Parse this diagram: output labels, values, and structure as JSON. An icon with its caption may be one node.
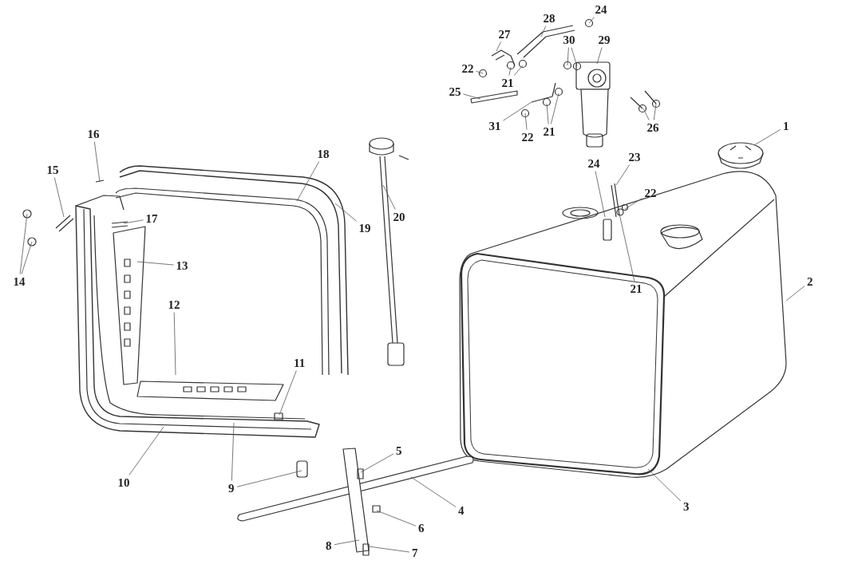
{
  "diagram": {
    "nodes": [
      {
        "text": [
          "1"
        ]
      },
      {
        "text": [
          "2"
        ]
      },
      {
        "text": [
          "3"
        ]
      },
      {
        "text": [
          "4"
        ]
      },
      {
        "text": [
          "5"
        ]
      },
      {
        "text": [
          "6"
        ]
      },
      {
        "text": [
          "7"
        ]
      },
      {
        "text": [
          "8"
        ]
      },
      {
        "text": [
          "9"
        ]
      },
      {
        "text": [
          "10"
        ]
      },
      {
        "text": [
          "11"
        ]
      },
      {
        "text": [
          "12"
        ]
      },
      {
        "text": [
          "13"
        ]
      },
      {
        "text": [
          "14"
        ]
      },
      {
        "text": [
          "15"
        ]
      },
      {
        "text": [
          "16"
        ]
      },
      {
        "text": [
          "17"
        ]
      },
      {
        "text": [
          "18"
        ]
      },
      {
        "text": [
          "19"
        ]
      },
      {
        "text": [
          "20"
        ]
      },
      {
        "text": [
          "21"
        ]
      },
      {
        "text": [
          "21"
        ]
      },
      {
        "text": [
          "21"
        ]
      },
      {
        "text": [
          "22"
        ]
      },
      {
        "text": [
          "22"
        ]
      },
      {
        "text": [
          "22"
        ]
      },
      {
        "text": [
          "23"
        ]
      },
      {
        "text": [
          "24"
        ]
      },
      {
        "text": [
          "24"
        ]
      },
      {
        "text": [
          "25"
        ]
      },
      {
        "text": [
          "26"
        ]
      },
      {
        "text": [
          "27"
        ]
      },
      {
        "text": [
          "28"
        ]
      },
      {
        "text": [
          "29"
        ]
      },
      {
        "text": [
          "30"
        ]
      },
      {
        "text": [
          "31"
        ]
      }
    ],
    "edges": [
      {
        "from": 0,
        "to": null,
        "arrow": "none"
      },
      {
        "from": 1,
        "to": null,
        "arrow": "none"
      },
      {
        "from": 2,
        "to": null,
        "arrow": "none"
      },
      {
        "from": 3,
        "to": null,
        "arrow": "none"
      },
      {
        "from": 4,
        "to": null,
        "arrow": "none"
      },
      {
        "from": 5,
        "to": null,
        "arrow": "none"
      },
      {
        "from": 6,
        "to": null,
        "arrow": "none"
      },
      {
        "from": 7,
        "to": null,
        "arrow": "none"
      },
      {
        "from": 8,
        "to": null,
        "arrow": "none"
      },
      {
        "from": 8,
        "to": null,
        "arrow": "none"
      },
      {
        "from": 9,
        "to": null,
        "arrow": "none"
      },
      {
        "from": 10,
        "to": null,
        "arrow": "none"
      },
      {
        "from": 11,
        "to": null,
        "arrow": "none"
      },
      {
        "from": 12,
        "to": null,
        "arrow": "none"
      },
      {
        "from": 13,
        "to": null,
        "arrow": "none"
      },
      {
        "from": 13,
        "to": null,
        "arrow": "none"
      },
      {
        "from": 14,
        "to": null,
        "arrow": "none"
      },
      {
        "from": 15,
        "to": null,
        "arrow": "none"
      },
      {
        "from": 16,
        "to": null,
        "arrow": "none"
      },
      {
        "from": 17,
        "to": null,
        "arrow": "none"
      },
      {
        "from": 18,
        "to": null,
        "arrow": "none"
      },
      {
        "from": 19,
        "to": null,
        "arrow": "none"
      },
      {
        "from": 20,
        "to": null,
        "arrow": "none"
      },
      {
        "from": 20,
        "to": null,
        "arrow": "none"
      },
      {
        "from": 21,
        "to": null,
        "arrow": "none"
      },
      {
        "from": 21,
        "to": null,
        "arrow": "none"
      },
      {
        "from": 22,
        "to": null,
        "arrow": "none"
      },
      {
        "from": 23,
        "to": null,
        "arrow": "none"
      },
      {
        "from": 24,
        "to": null,
        "arrow": "none"
      },
      {
        "from": 25,
        "to": null,
        "arrow": "none"
      },
      {
        "from": 26,
        "to": null,
        "arrow": "none"
      },
      {
        "from": 27,
        "to": null,
        "arrow": "none"
      },
      {
        "from": 28,
        "to": null,
        "arrow": "none"
      },
      {
        "from": 29,
        "to": null,
        "arrow": "none"
      },
      {
        "from": 30,
        "to": null,
        "arrow": "none"
      },
      {
        "from": 30,
        "to": null,
        "arrow": "none"
      },
      {
        "from": 31,
        "to": null,
        "arrow": "none"
      },
      {
        "from": 32,
        "to": null,
        "arrow": "none"
      },
      {
        "from": 33,
        "to": null,
        "arrow": "none"
      },
      {
        "from": 34,
        "to": null,
        "arrow": "none"
      },
      {
        "from": 34,
        "to": null,
        "arrow": "none"
      },
      {
        "from": 35,
        "to": null,
        "arrow": "none"
      }
    ]
  }
}
